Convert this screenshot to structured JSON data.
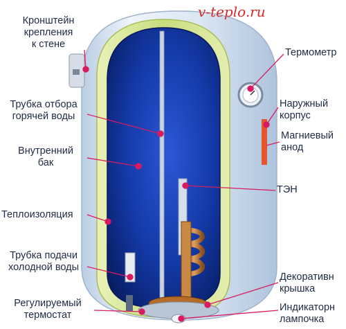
{
  "watermark": "v-teplo.ru",
  "labels": {
    "bracket": [
      "Кронштейн",
      "крепления",
      "к стене"
    ],
    "hot_pipe": [
      "Трубка отбора",
      "горячей воды"
    ],
    "inner_tank": [
      "Внутренний",
      "бак"
    ],
    "insulation": [
      "Теплоизоляция"
    ],
    "cold_pipe": [
      "Трубка подачи",
      "холодной воды"
    ],
    "thermostat": [
      "Регулируемый",
      "термостат"
    ],
    "thermometer": [
      "Термометр"
    ],
    "outer_body": [
      "Наружный",
      "корпус"
    ],
    "anode": [
      "Магниевый",
      "анод"
    ],
    "heater": [
      "ТЭН"
    ],
    "cover": [
      "Декоративн",
      "крышка"
    ],
    "lamp": [
      "Индикаторн",
      "лампочка"
    ]
  },
  "colors": {
    "pointer": "#d81b60",
    "anode": "#e4572e",
    "insulation": "#d4e49a",
    "inner_tank": "#0d2f9a",
    "outer_body": "#c9d9ec"
  }
}
